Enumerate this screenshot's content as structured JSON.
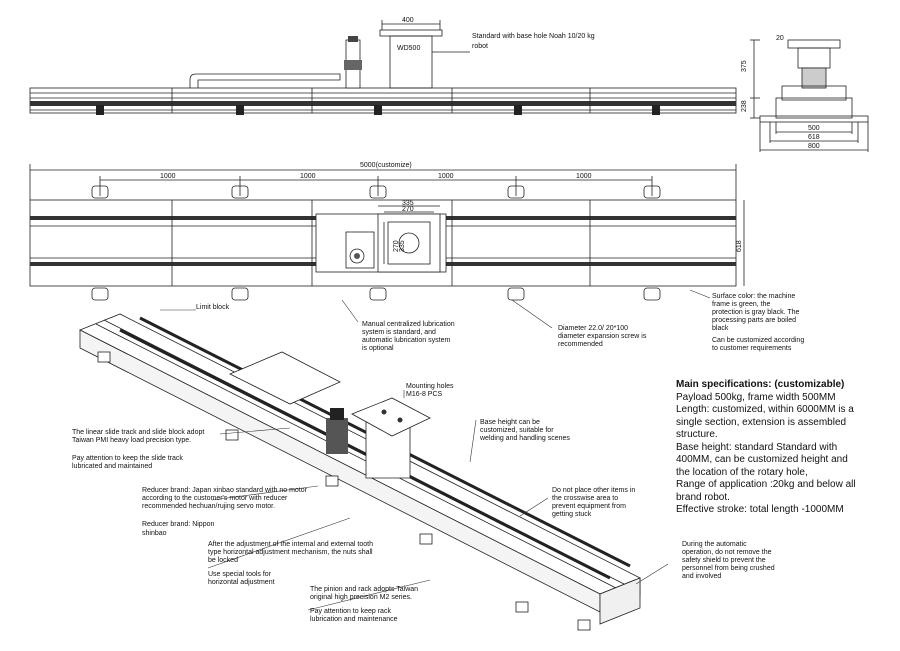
{
  "top_view": {
    "dims": {
      "d400": "400",
      "wd500": "WD500"
    },
    "note": [
      "Standard with base hole Noah 10/20 kg",
      "robot"
    ]
  },
  "side_view": {
    "dims": {
      "d20": "20",
      "d375": "375",
      "d238": "238",
      "d500": "500",
      "d618": "618",
      "d800": "800"
    }
  },
  "plan_view": {
    "total": "5000",
    "total_suffix": "(customize)",
    "spacing": [
      "1000",
      "1000",
      "1000",
      "1000"
    ],
    "d335": "335",
    "d270": "270",
    "d270v": "270",
    "d335v": "335",
    "d618v": "618"
  },
  "callouts": {
    "limit_block": "Limit block",
    "lubrication": [
      "Manual centralized lubrication",
      "system is standard, and",
      "automatic lubrication system",
      "is optional"
    ],
    "diameter": [
      "Diameter 22.0/ 20*100",
      "diameter expansion screw is",
      "recommended"
    ],
    "surface": [
      "Surface color: the machine",
      "frame is green, the",
      "protection is gray black. The",
      "processing parts are boiled",
      "black"
    ],
    "customized": [
      "Can be customized according",
      "to customer requirements"
    ],
    "mounting": [
      "Mounting holes",
      "M16-8 PCS"
    ],
    "base_height": [
      "Base height can be",
      "customized, suitable for",
      "welding and handling scenes"
    ],
    "linear": [
      "The linear slide track and slide block adopt",
      "Taiwan PMI heavy load precision type."
    ],
    "pay_slide": [
      "Pay attention to keep the slide track",
      "lubricated and maintained"
    ],
    "reducer_brand": [
      "Reducer brand: Japan xinbao standard with no motor",
      "according to the customer's motor with reducer",
      "recommended hechuan/rujing servo motor."
    ],
    "reducer_nippon": [
      "Reducer brand: Nippon",
      "shinbao"
    ],
    "adjustment": [
      "After the adjustment of the internal and external tooth",
      "type horizontal adjustment mechanism, the nuts shall",
      "be locked"
    ],
    "tools": [
      "Use special tools for",
      "horizontal adjustment"
    ],
    "pinion": [
      "The pinion and rack adopts Taiwan",
      "original high precision M2 series."
    ],
    "pay_rack": [
      "Pay attention to keep rack",
      "lubrication and maintenance"
    ],
    "no_place": [
      "Do not place other items in",
      "the crosswise area to",
      "prevent equipment from",
      "getting stuck"
    ],
    "during": [
      "During the automatic",
      "operation, do not remove the",
      "safety shield to prevent the",
      "personnel from being crushed",
      "and involved"
    ]
  },
  "specs": {
    "heading": "Main specifications: (customizable)",
    "lines": [
      "Payload 500kg, frame width 500MM",
      "Length: customized, within 6000MM is a",
      "single section, extension is assembled",
      "structure.",
      "Base height: standard Standard with",
      "400MM, can be customized height and",
      "the location of the rotary hole,",
      "Range of application :20kg and below all",
      "brand robot.",
      "Effective stroke: total length -1000MM"
    ]
  }
}
